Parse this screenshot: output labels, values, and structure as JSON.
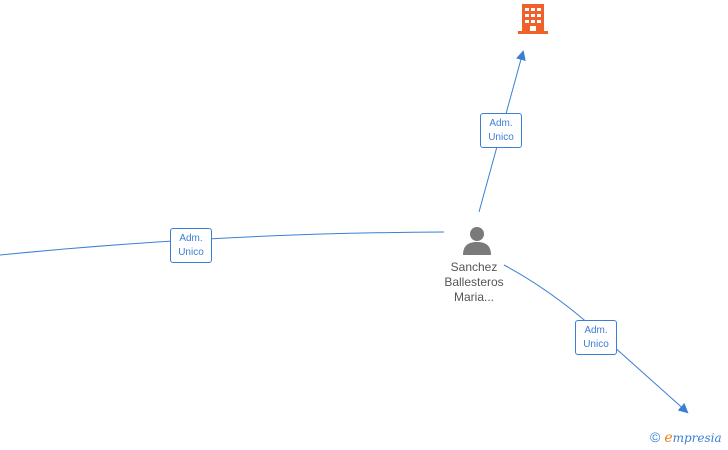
{
  "colors": {
    "edge": "#3b7fd4",
    "person_icon": "#7a7a7a",
    "company_icon": "#f0602a",
    "text": "#555555",
    "brand_accent": "#f07d1a"
  },
  "edges": [
    {
      "label_line1": "Adm.",
      "label_line2": "Unico"
    },
    {
      "label_line1": "Adm.",
      "label_line2": "Unico"
    },
    {
      "label_line1": "Adm.",
      "label_line2": "Unico"
    }
  ],
  "person": {
    "icon": "person-icon",
    "name_line1": "Sanchez",
    "name_line2": "Ballesteros",
    "name_line3": "Maria..."
  },
  "company": {
    "icon": "building-icon"
  },
  "brand": {
    "copyright": "©",
    "initial": "e",
    "rest": "mpresia"
  }
}
